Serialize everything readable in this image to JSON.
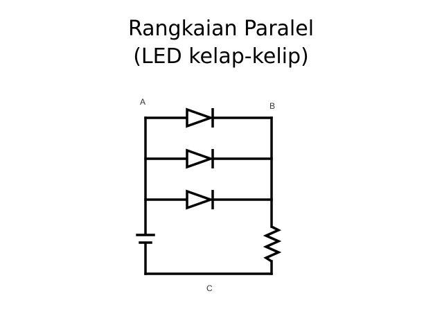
{
  "title": {
    "line1": "Rangkaian Paralel",
    "line2": "(LED kelap-kelip)"
  },
  "nodes": {
    "a": "A",
    "b": "B",
    "c": "C"
  },
  "colors": {
    "wire": "#000000",
    "label": "#333333",
    "background": "#ffffff"
  }
}
